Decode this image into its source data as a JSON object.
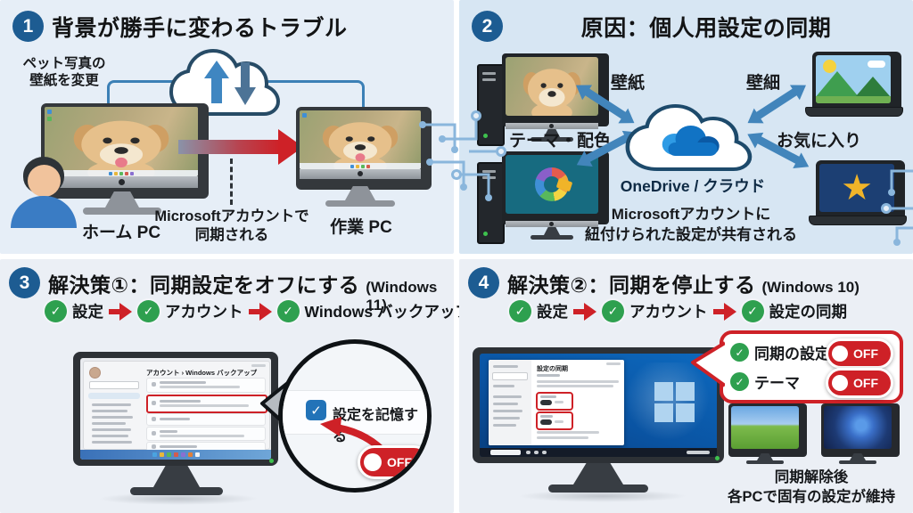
{
  "colors": {
    "badge_blue": "#1d5c92",
    "accent_blue": "#4285bb",
    "alert_red": "#ce2127",
    "check_green": "#2ea04f",
    "onedrive_blue": "#1173c4",
    "toggle_checkbox_blue": "#2273b8"
  },
  "panel1": {
    "badge": "1",
    "title": "背景が勝手に変わるトラブル",
    "pet_label_1": "ペット写真の",
    "pet_label_2": "壁紙を変更",
    "sync_label_1": "Microsoftアカウントで",
    "sync_label_2": "同期される",
    "home_pc_label": "ホーム PC",
    "work_pc_label": "作業 PC"
  },
  "panel2": {
    "badge": "2",
    "title": "原因：個人用設定の同期",
    "wallpaper_left_label": "壁紙",
    "wallpaper_right_label": "壁細",
    "theme_label": "テーマ・配色",
    "favorites_label": "お気に入り",
    "cloud_label": "OneDrive / クラウド",
    "caption_1": "Microsoftアカウントに",
    "caption_2": "紐付けられた設定が共有される"
  },
  "panel3": {
    "badge": "3",
    "title": "解決策①：同期設定をオフにする",
    "title_suffix": "(Windows 11)",
    "steps": [
      "設定",
      "アカウント",
      "Windows バックアップ"
    ],
    "window_header": "アカウント › Windows バックアップ",
    "zoom_label": "設定を記憶する",
    "toggle_state": "OFF"
  },
  "panel4": {
    "badge": "4",
    "title": "解決策②：同期を停止する",
    "title_suffix": "(Windows 10)",
    "steps": [
      "設定",
      "アカウント",
      "設定の同期"
    ],
    "window_title": "設定の同期",
    "callout": [
      {
        "label": "同期の設定",
        "state": "OFF"
      },
      {
        "label": "テーマ",
        "state": "OFF"
      }
    ],
    "caption_1": "同期解除後",
    "caption_2": "各PCで固有の設定が維持"
  }
}
